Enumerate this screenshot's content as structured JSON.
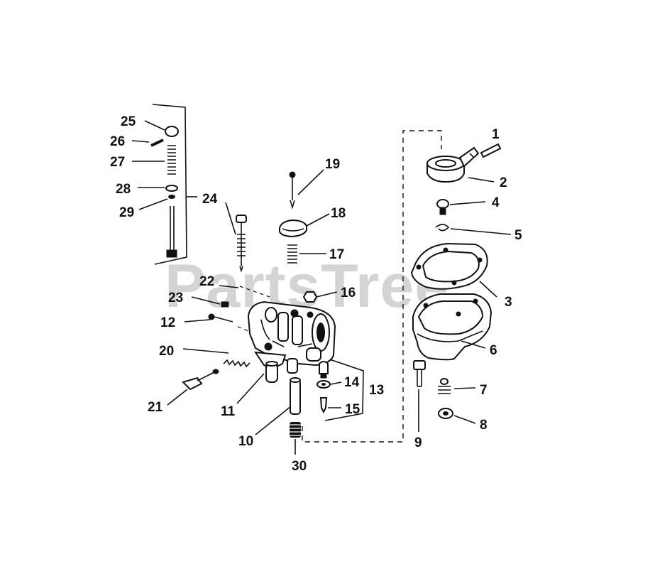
{
  "watermark": "PartsTree",
  "labels": {
    "n1": "1",
    "n2": "2",
    "n3": "3",
    "n4": "4",
    "n5": "5",
    "n6": "6",
    "n7": "7",
    "n8": "8",
    "n9": "9",
    "n10": "10",
    "n11": "11",
    "n12": "12",
    "n13": "13",
    "n14": "14",
    "n15": "15",
    "n16": "16",
    "n17": "17",
    "n18": "18",
    "n19": "19",
    "n20": "20",
    "n21": "21",
    "n22": "22",
    "n23": "23",
    "n24": "24",
    "n25": "25",
    "n26": "26",
    "n27": "27",
    "n28": "28",
    "n29": "29",
    "n30": "30"
  }
}
